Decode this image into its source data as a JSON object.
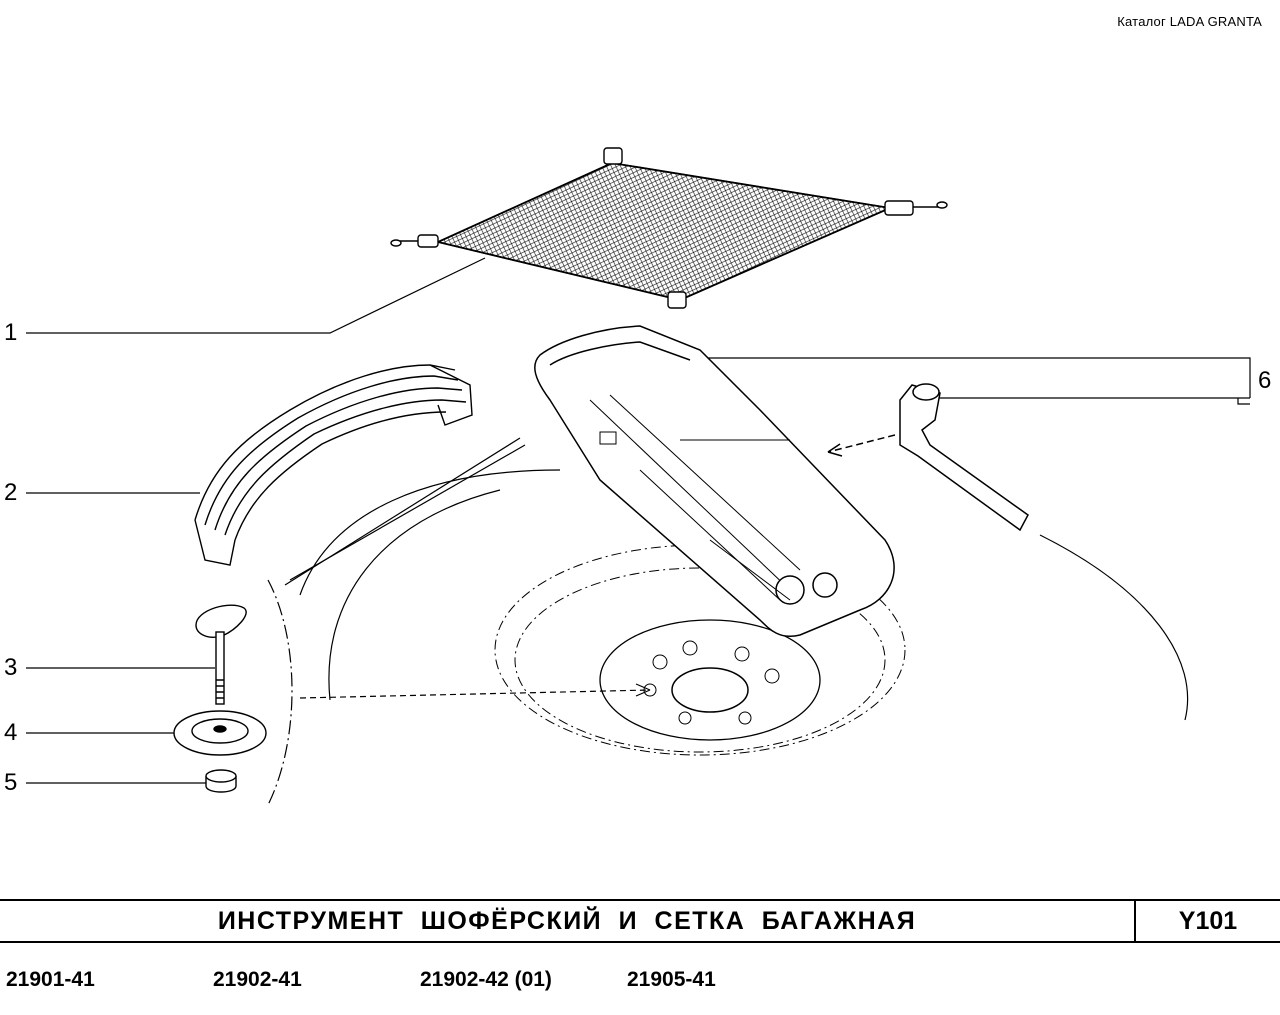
{
  "header": {
    "catalog": "Каталог  LADA  GRANTA"
  },
  "callouts": [
    {
      "id": "1",
      "label": "1"
    },
    {
      "id": "2",
      "label": "2"
    },
    {
      "id": "3",
      "label": "3"
    },
    {
      "id": "4",
      "label": "4"
    },
    {
      "id": "5",
      "label": "5"
    },
    {
      "id": "6",
      "label": "6"
    }
  ],
  "titlebar": {
    "title": "ИНСТРУМЕНТ  ШОФЁРСКИЙ  И  СЕТКА  БАГАЖНАЯ",
    "code": "Y101"
  },
  "models": [
    "21901-41",
    "21902-41",
    "21902-42 (01)",
    "21905-41"
  ]
}
